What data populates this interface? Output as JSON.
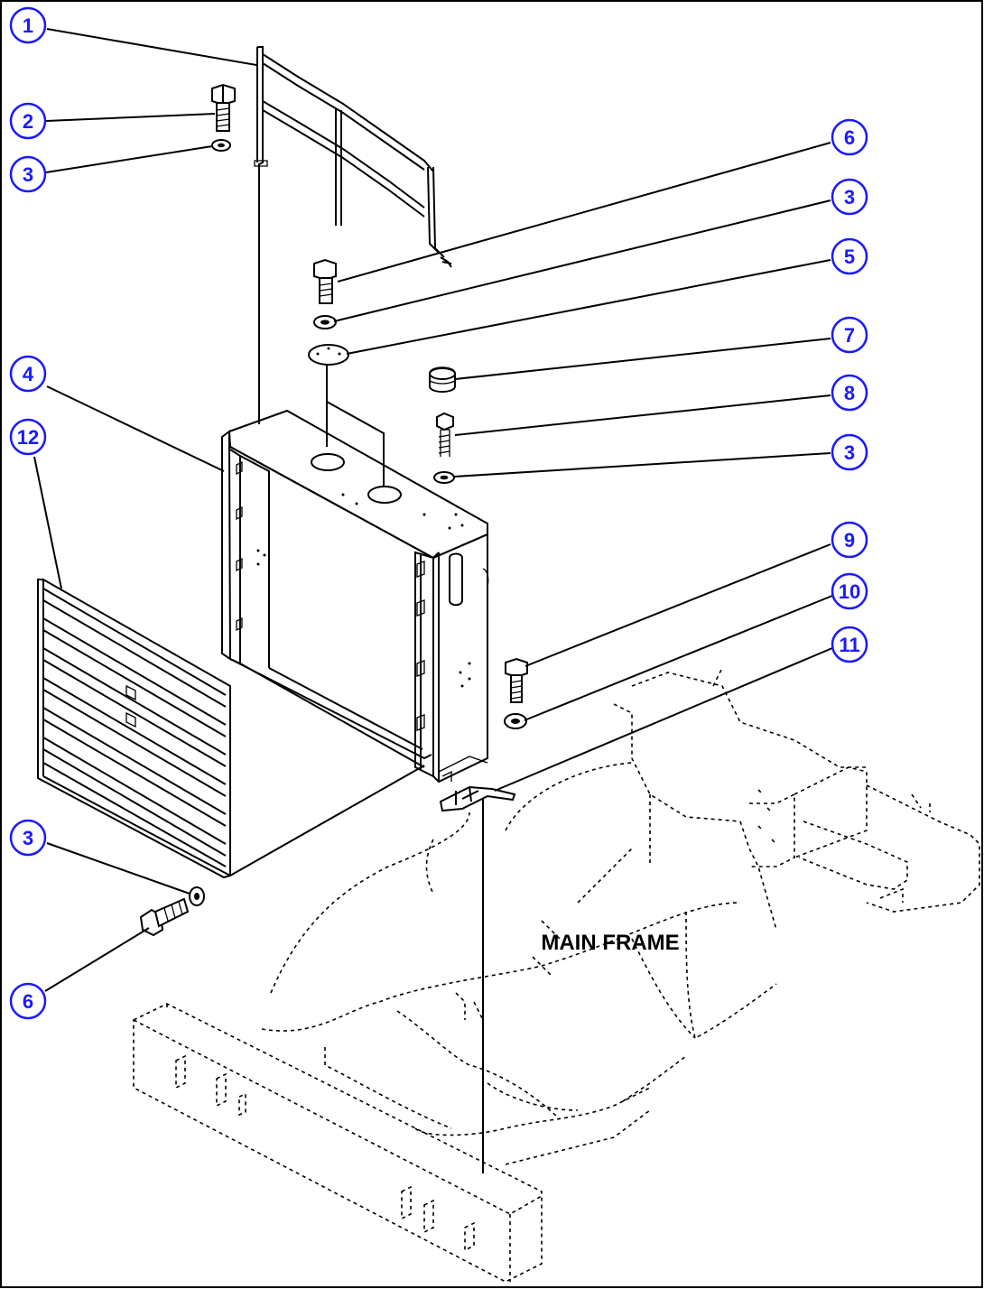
{
  "main_frame_label": "MAIN FRAME",
  "callouts": [
    {
      "id": "c1",
      "number": "1"
    },
    {
      "id": "c2",
      "number": "2"
    },
    {
      "id": "c3a",
      "number": "3"
    },
    {
      "id": "c4",
      "number": "4"
    },
    {
      "id": "c12",
      "number": "12"
    },
    {
      "id": "c3b",
      "number": "3"
    },
    {
      "id": "c6a",
      "number": "6"
    },
    {
      "id": "c6b",
      "number": "6"
    },
    {
      "id": "c3c",
      "number": "3"
    },
    {
      "id": "c5",
      "number": "5"
    },
    {
      "id": "c7",
      "number": "7"
    },
    {
      "id": "c8",
      "number": "8"
    },
    {
      "id": "c3d",
      "number": "3"
    },
    {
      "id": "c9",
      "number": "9"
    },
    {
      "id": "c10",
      "number": "10"
    },
    {
      "id": "c11",
      "number": "11"
    }
  ],
  "colors": {
    "callout_ring": "#1a1aff",
    "callout_text": "#1a1aff",
    "line": "#000000",
    "background": "#ffffff"
  }
}
